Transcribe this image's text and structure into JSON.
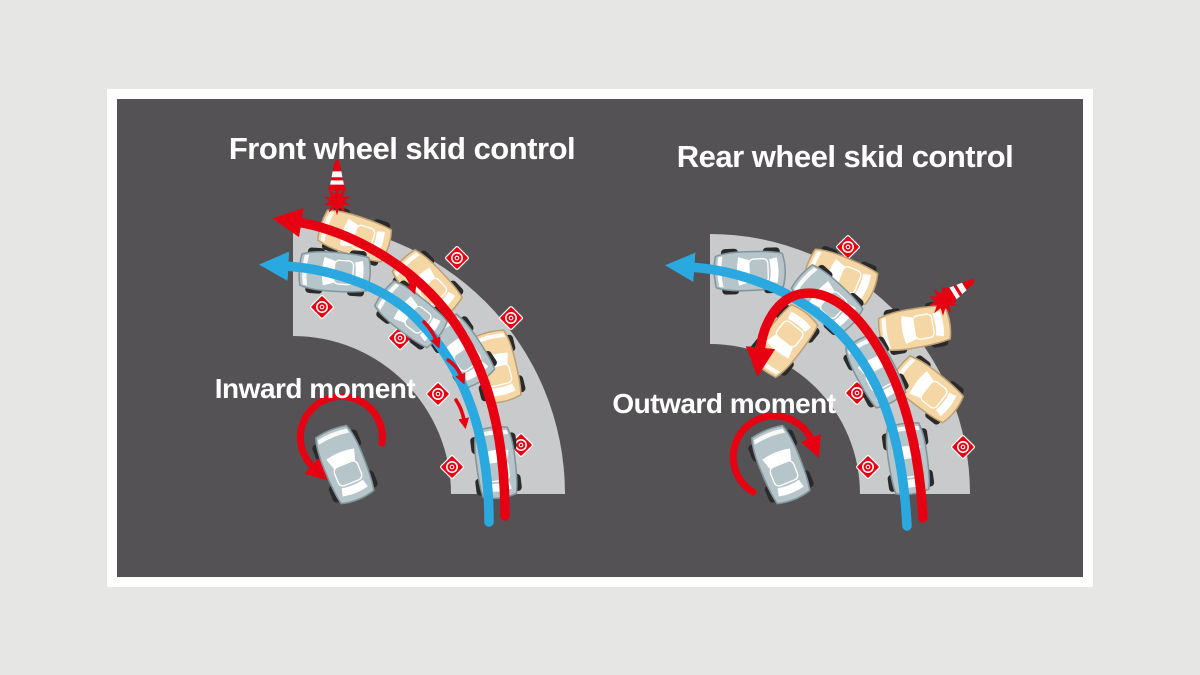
{
  "panels": {
    "front": {
      "title": "Front wheel skid control",
      "moment_label": "Inward moment"
    },
    "rear": {
      "title": "Rear wheel skid control",
      "moment_label": "Outward moment"
    }
  },
  "colors": {
    "page_background": "#e6e6e5",
    "frame": "#ffffff",
    "panel_background": "#545254",
    "road": "#c9cacb",
    "skid_path_red": "#e60012",
    "controlled_path_blue": "#2aa9e0",
    "skidding_car_body": "#f5d7a6",
    "controlled_car_body": "#b6c5c9",
    "wheel": "#2b2a2b"
  },
  "icons": {
    "traffic_cone": "cone-icon",
    "impact_burst": "burst-icon",
    "brake_intervention_target": "brake-target-icon",
    "skid_path": "red-curved-arrow",
    "controlled_path": "blue-curved-arrow",
    "yaw_moment": "red-rotation-arrow",
    "front_drift": "small-red-drift-arrow"
  }
}
